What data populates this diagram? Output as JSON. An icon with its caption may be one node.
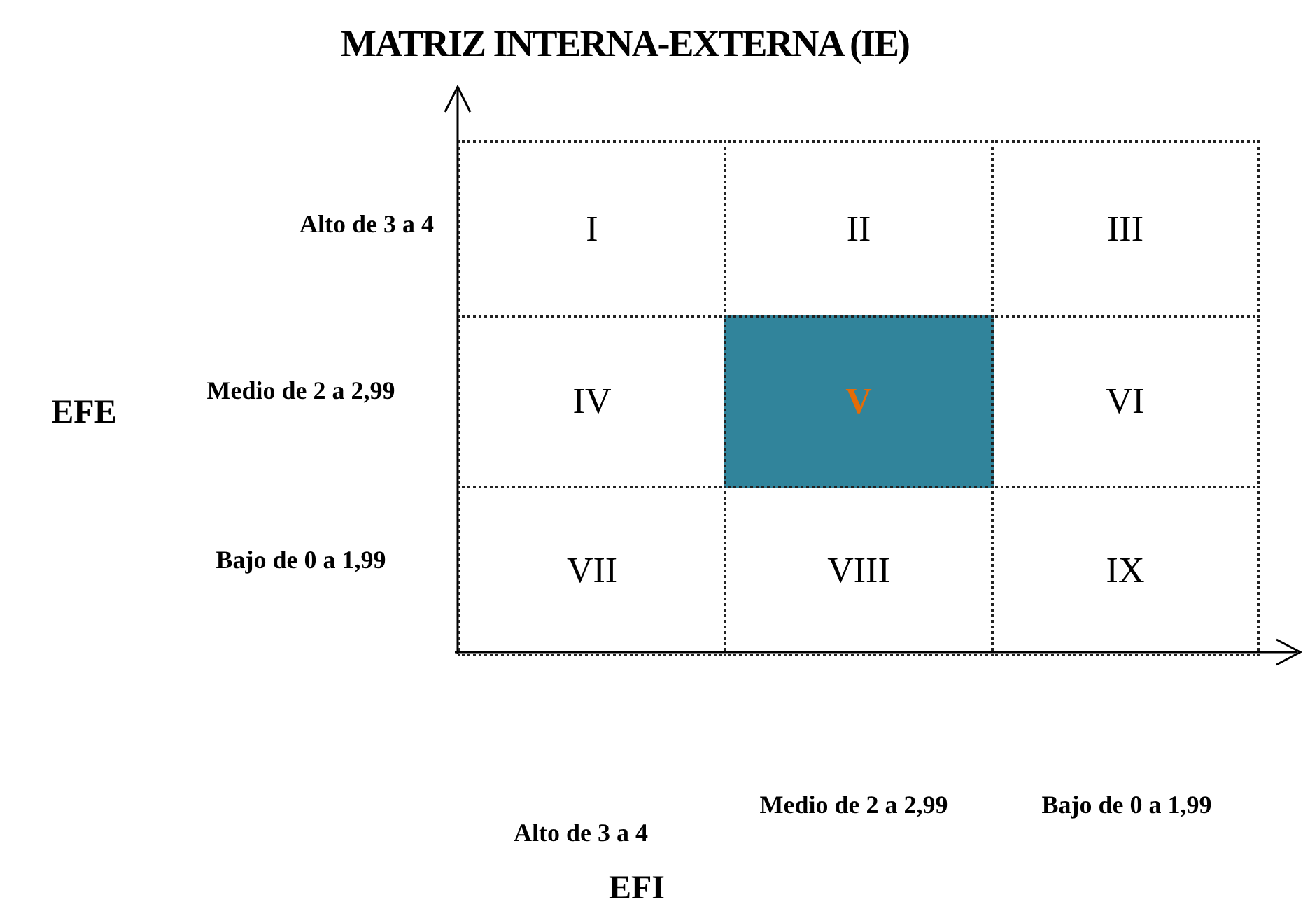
{
  "diagram": {
    "title": "MATRIZ INTERNA-EXTERNA (IE)",
    "nodes": [
      {
        "text": [
          "I"
        ]
      },
      {
        "text": [
          "II"
        ]
      },
      {
        "text": [
          "III"
        ]
      },
      {
        "text": [
          "IV"
        ]
      },
      {
        "text": [
          "V"
        ]
      },
      {
        "text": [
          "VI"
        ]
      },
      {
        "text": [
          "VII"
        ]
      },
      {
        "text": [
          "VIII"
        ]
      },
      {
        "text": [
          "IX"
        ]
      }
    ],
    "edges": [],
    "labels": [
      "EFE",
      "Alto de 3 a 4",
      "Medio de 2 a 2,99",
      "Bajo de 0 a 1,99",
      "Alto de 3 a 4",
      "Medio de 2 a 2,99",
      "Bajo de 0 a 1,99",
      "EFI"
    ]
  }
}
